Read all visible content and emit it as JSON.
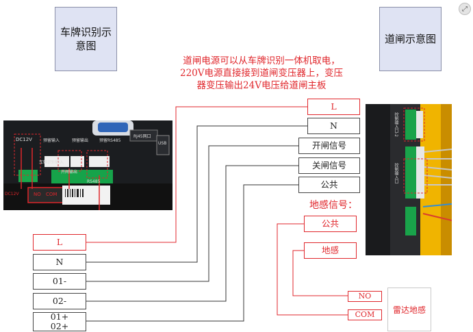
{
  "titles": {
    "left": "车牌识别示\n意图",
    "right": "道闸示意图"
  },
  "note": "道闸电源可以从车牌识别一体机取电，\n220V电源直接接到道闸变压器上，变压\n器变压输出24V电压给道闸主板",
  "barrier_terminals": [
    "L",
    "N",
    "开闸信号",
    "关闸信号",
    "公共"
  ],
  "ground_sense_label": "地感信号：",
  "ground_terminals": [
    "公共",
    "地感"
  ],
  "camera_terminals": [
    "L",
    "N",
    "01-",
    "02-",
    "01+\n02+"
  ],
  "radar_terminals": [
    "NO",
    "COM"
  ],
  "radar_label": "雷达地感",
  "camera_photo": {
    "labels": [
      "DC12V",
      "预留输入",
      "预留输出",
      "预留RS485",
      "RJ45网口",
      "USB",
      "开闸输出",
      "RS485",
      "车辆识别输入"
    ],
    "terminal_marks": [
      "DC12V",
      "NO",
      "COM"
    ]
  },
  "barrier_photo": {
    "labels": [
      "控制输入口-2",
      "控制输入口"
    ]
  },
  "colors": {
    "red": "#e0262b",
    "title_fill": "#dfe3f3",
    "wire": "#333333",
    "barrier_yellow": "#f0b400"
  },
  "corner_icon": "external-link-icon"
}
